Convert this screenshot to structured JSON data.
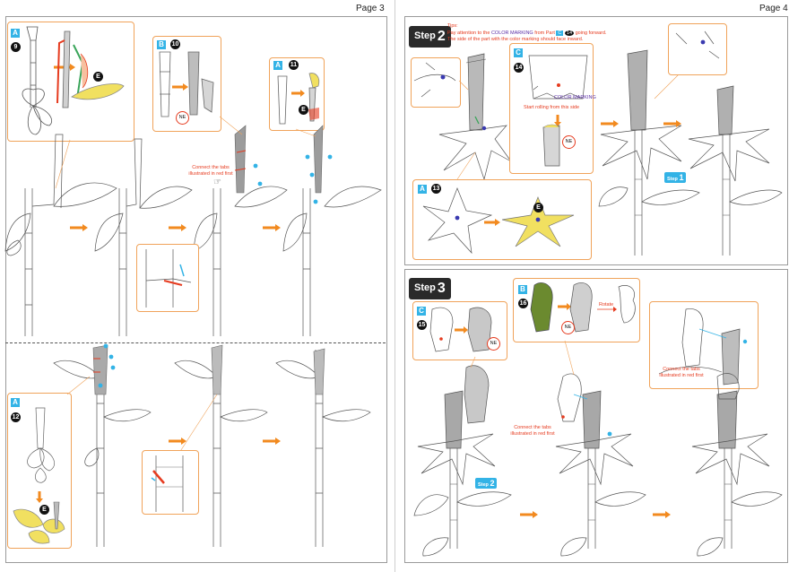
{
  "page3": {
    "page_label": "Page 3",
    "callouts": {
      "a9": {
        "letter": "A",
        "number": "9"
      },
      "b10": {
        "letter": "B",
        "number": "10"
      },
      "a11": {
        "letter": "A",
        "number": "11"
      },
      "a12": {
        "letter": "A",
        "number": "12"
      }
    },
    "markers": {
      "e1": "E",
      "e2": "E",
      "e3": "E"
    },
    "ne_label": "NE",
    "connect_note": "Connect the tabs\nillustrated in red first"
  },
  "page4": {
    "page_label": "Page 4",
    "step2": {
      "badge_text": "Step",
      "badge_num": "2",
      "tips_title": "Tips:",
      "tips_line1a": "Pay attention to the",
      "tips_color_marking": "COLOR MARKING",
      "tips_line1b": "from Part",
      "tips_part_letter": "C",
      "tips_part_num": "14",
      "tips_line1c": "going forward.",
      "tips_line2": "The side of the part with the color marking should face inward.",
      "c14": {
        "letter": "C",
        "number": "14"
      },
      "color_marking_label": "COLOR MARKING",
      "start_rolling": "Start rolling from this side",
      "ne_label": "NE",
      "a13": {
        "letter": "A",
        "number": "13"
      },
      "marker_e": "E",
      "step_ref_text": "Step",
      "step_ref_num": "1"
    },
    "step3": {
      "badge_text": "Step",
      "badge_num": "3",
      "c15": {
        "letter": "C",
        "number": "15"
      },
      "b16": {
        "letter": "B",
        "number": "16"
      },
      "ne_label_a": "NE",
      "ne_label_b": "NE",
      "rotate_label": "Rotate",
      "connect_note_a": "Connect the tabs\nillustrated in red first",
      "connect_note_b": "Connect the tabs\nillustrated in red first",
      "step_ref_text": "Step",
      "step_ref_num": "2"
    }
  },
  "colors": {
    "accent_orange": "#f28a1f",
    "accent_blue": "#33b3e6",
    "note_red": "#e63b1f",
    "marking_purple": "#5a2ea6",
    "leaf_yellow": "#f1e060",
    "leaf_green": "#6b8a2f"
  }
}
